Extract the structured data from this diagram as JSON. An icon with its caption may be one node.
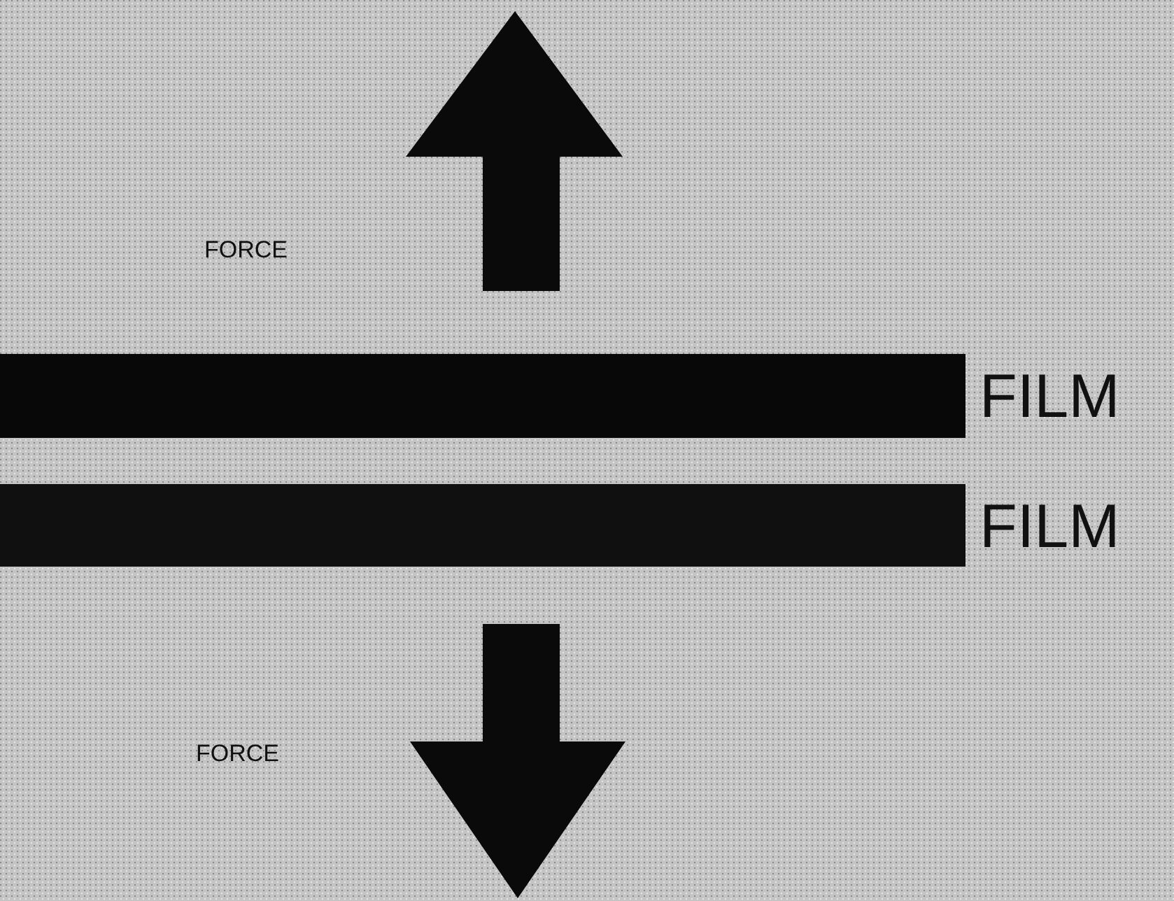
{
  "diagram": {
    "nodes": [
      {
        "text": [],
        "shape": "bar",
        "beside": [
          "FILM"
        ]
      },
      {
        "text": [],
        "shape": "bar",
        "beside": [
          "FILM"
        ]
      }
    ],
    "labels": [
      "FORCE",
      "FORCE"
    ]
  }
}
